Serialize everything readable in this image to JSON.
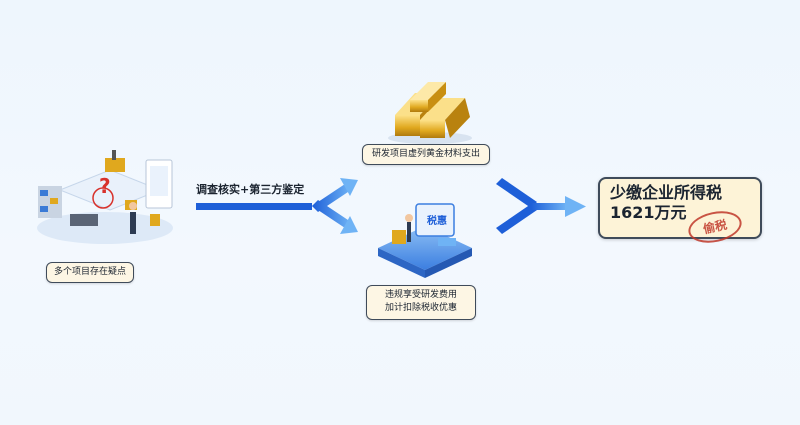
{
  "nodes": {
    "left_label": "多个项目存在疑点",
    "top_label": "研发项目虚列黄金材料支出",
    "mid_label_line1": "违规享受研发费用",
    "mid_label_line2": "加计扣除税收优惠",
    "result_line1": "少缴企业所得税",
    "result_line2": "1621万元",
    "stamp_text": "偷税",
    "tax_card_text": "税惠"
  },
  "edges": {
    "investigation_label": "调查核实+第三方鉴定"
  },
  "colors": {
    "arrow_blue": "#1e5fd8",
    "gold": "#e0a81e",
    "stamp_red": "#c0392b",
    "box_fill": "#fdf6e4"
  },
  "icons": {
    "left_illustration": "warehouse-investigation-icon",
    "top_illustration": "gold-bars-icon",
    "mid_illustration": "tax-benefit-icon"
  }
}
